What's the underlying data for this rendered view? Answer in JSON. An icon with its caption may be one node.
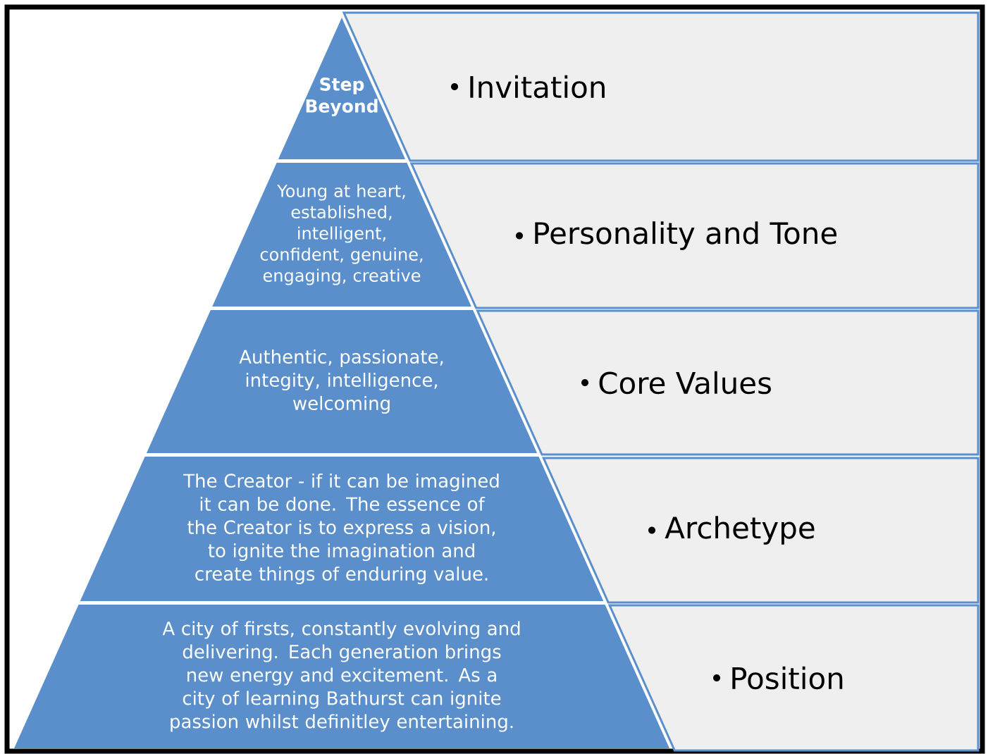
{
  "diagram": {
    "nodes": [
      {
        "text": [
          "Step Beyond"
        ]
      },
      {
        "text": [
          "Invitation"
        ]
      },
      {
        "text": [
          "Young at heart, established, intelligent, confident, genuine, engaging, creative"
        ]
      },
      {
        "text": [
          "Personality and Tone"
        ]
      },
      {
        "text": [
          "Authentic, passionate, integity, intelligence, welcoming"
        ]
      },
      {
        "text": [
          "Core Values"
        ]
      },
      {
        "text": [
          "The Creator - if it can be imagined it can be done. The essence of the Creator is to express a vision, to ignite the imagination and create things of enduring value."
        ]
      },
      {
        "text": [
          "Archetype"
        ]
      },
      {
        "text": [
          "A city of firsts, constantly evolving and delivering. Each generation brings new energy and excitement. As a city of learning Bathurst can ignite passion whilst definitley entertaining."
        ]
      },
      {
        "text": [
          "Position"
        ]
      }
    ]
  }
}
